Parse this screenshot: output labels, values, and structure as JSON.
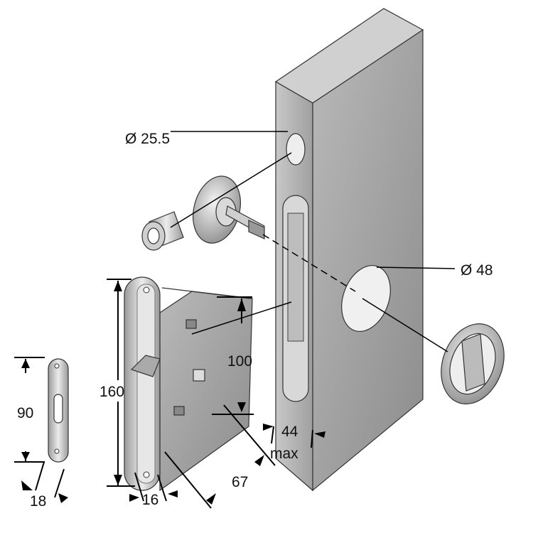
{
  "labels": {
    "hole_small_diameter": "Ø 25.5",
    "hole_large_diameter": "Ø 48",
    "lock_depth": "100",
    "faceplate_height": "160",
    "strike_height": "90",
    "strike_width": "18",
    "faceplate_width": "16",
    "backset": "67",
    "door_thickness": "44",
    "door_thickness_note": "max"
  },
  "colors": {
    "metal_light": "#e2e2e2",
    "metal_dark": "#8f8f8f",
    "door": "#a9a9a9",
    "line": "#000000"
  }
}
